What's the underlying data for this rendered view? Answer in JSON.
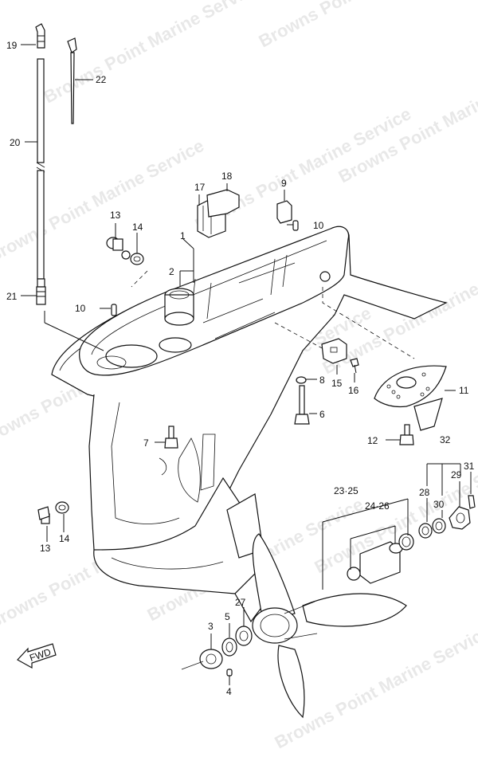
{
  "watermark": "Browns Point Marine Service",
  "fwd_label": "FWD",
  "labels": {
    "l19": "19",
    "l22": "22",
    "l20": "20",
    "l21": "21",
    "l13a": "13",
    "l14a": "14",
    "l1": "1",
    "l2": "2",
    "l17": "17",
    "l18": "18",
    "l9": "9",
    "l10a": "10",
    "l10b": "10",
    "l8": "8",
    "l15": "15",
    "l16": "16",
    "l11": "11",
    "l6": "6",
    "l7": "7",
    "l12": "12",
    "l32": "32",
    "l31": "31",
    "l29": "29",
    "l30": "30",
    "l28": "28",
    "l2325": "23·25",
    "l2426": "24·26",
    "l13b": "13",
    "l14b": "14",
    "l27": "27",
    "l3": "3",
    "l5": "5",
    "l4": "4"
  }
}
